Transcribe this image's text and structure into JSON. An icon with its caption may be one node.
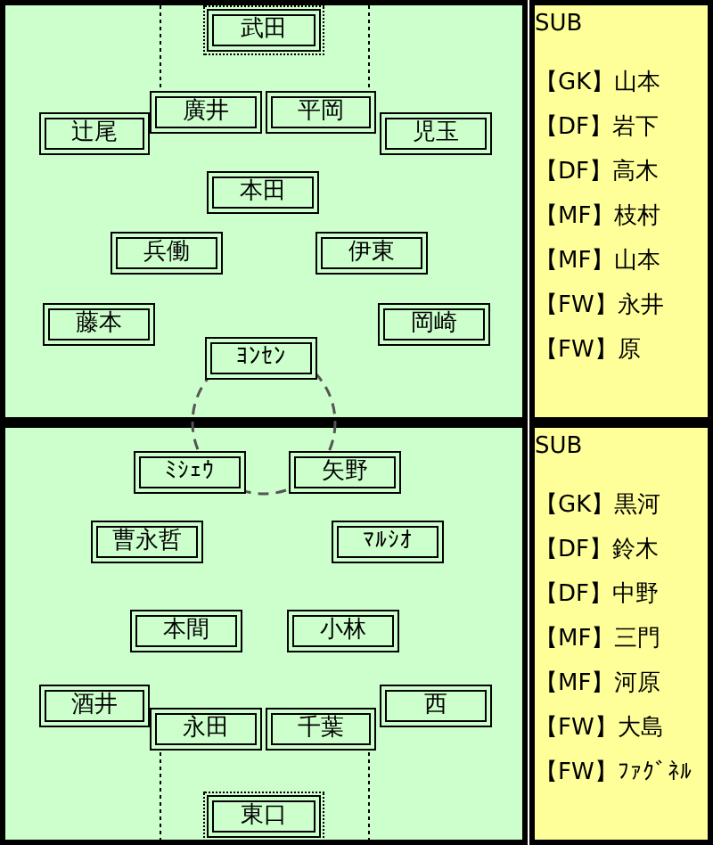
{
  "diagram": {
    "nodes": [
      {
        "text": [
          "武田"
        ]
      },
      {
        "text": [
          "廣井"
        ]
      },
      {
        "text": [
          "平岡"
        ]
      },
      {
        "text": [
          "辻尾"
        ]
      },
      {
        "text": [
          "児玉"
        ]
      },
      {
        "text": [
          "本田"
        ]
      },
      {
        "text": [
          "兵働"
        ]
      },
      {
        "text": [
          "伊東"
        ]
      },
      {
        "text": [
          "藤本"
        ]
      },
      {
        "text": [
          "岡崎"
        ]
      },
      {
        "text": [
          "ﾖﾝｾﾝ"
        ]
      },
      {
        "text": [
          "ﾐｼｪｳ"
        ]
      },
      {
        "text": [
          "矢野"
        ]
      },
      {
        "text": [
          "曹永哲"
        ]
      },
      {
        "text": [
          "ﾏﾙｼｵ"
        ]
      },
      {
        "text": [
          "本間"
        ]
      },
      {
        "text": [
          "小林"
        ]
      },
      {
        "text": [
          "酒井"
        ]
      },
      {
        "text": [
          "西"
        ]
      },
      {
        "text": [
          "永田"
        ]
      },
      {
        "text": [
          "千葉"
        ]
      },
      {
        "text": [
          "東口"
        ]
      }
    ],
    "labels": [
      "SUB",
      "【GK】山本",
      "【DF】岩下",
      "【DF】高木",
      "【MF】枝村",
      "【MF】山本",
      "【FW】永井",
      "【FW】原",
      "SUB",
      "【GK】黒河",
      "【DF】鈴木",
      "【DF】中野",
      "【MF】三門",
      "【MF】河原",
      "【FW】大島",
      "【FW】ﾌｧｸﾞﾈﾙ"
    ]
  }
}
